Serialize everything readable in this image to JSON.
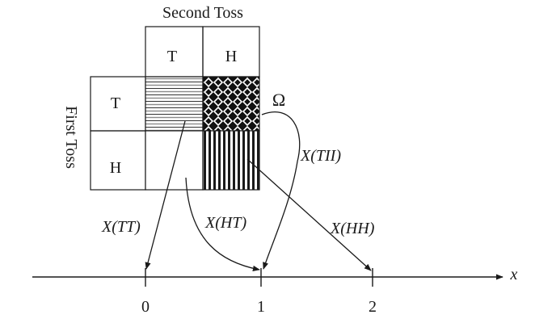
{
  "header": {
    "second_toss": "Second Toss",
    "first_toss": "First Toss"
  },
  "columns": {
    "t": "T",
    "h": "H"
  },
  "rows": {
    "t": "T",
    "h": "H"
  },
  "omega": "Ω",
  "mappings": {
    "tt": "X(TT)",
    "ht": "X(HT)",
    "th": "X(TII)",
    "hh": "X(HH)"
  },
  "axis": {
    "var": "x",
    "tick0": "0",
    "tick1": "1",
    "tick2": "2"
  },
  "colors": {
    "line": "#1a1a1a",
    "stripe_light": "#9a9a9a"
  }
}
